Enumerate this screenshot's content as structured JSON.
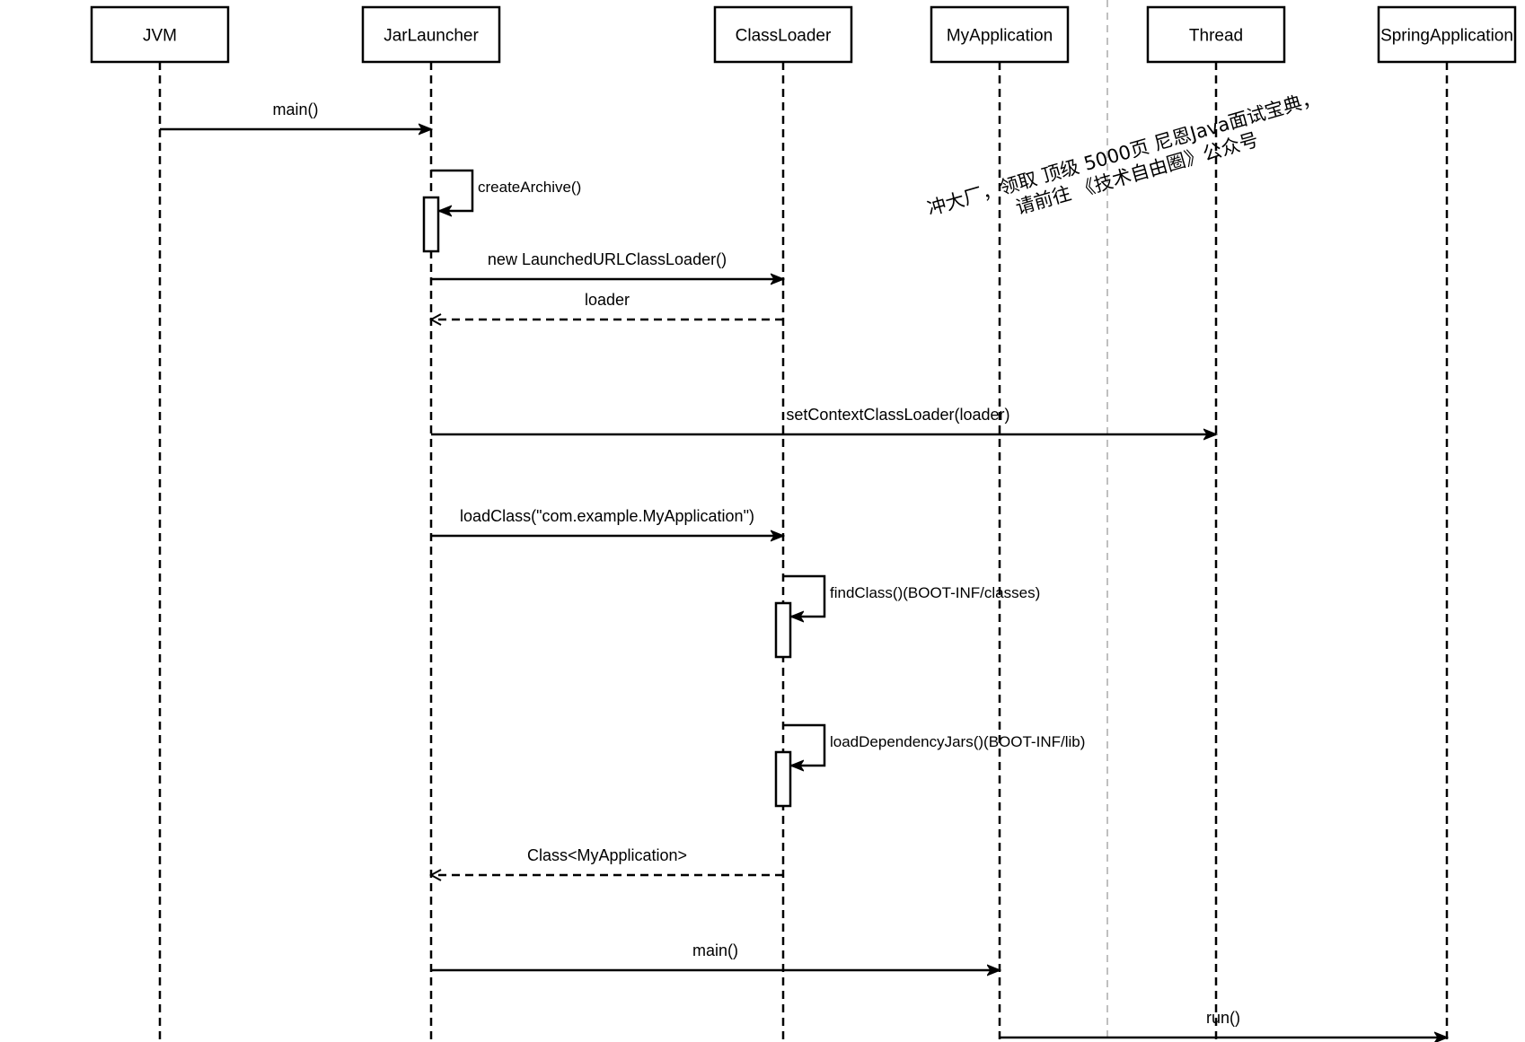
{
  "participants": [
    {
      "id": "jvm",
      "label": "JVM"
    },
    {
      "id": "jarlauncher",
      "label": "JarLauncher"
    },
    {
      "id": "classloader",
      "label": "ClassLoader"
    },
    {
      "id": "myapplication",
      "label": "MyApplication"
    },
    {
      "id": "thread",
      "label": "Thread"
    },
    {
      "id": "springapplication",
      "label": "SpringApplication"
    }
  ],
  "messages": [
    {
      "from": "jvm",
      "to": "jarlauncher",
      "label": "main()",
      "style": "solid"
    },
    {
      "from": "jarlauncher",
      "to": "jarlauncher",
      "label": "createArchive()",
      "style": "self"
    },
    {
      "from": "jarlauncher",
      "to": "classloader",
      "label": "new LaunchedURLClassLoader()",
      "style": "solid"
    },
    {
      "from": "classloader",
      "to": "jarlauncher",
      "label": "loader",
      "style": "dashed"
    },
    {
      "from": "jarlauncher",
      "to": "thread",
      "label": "setContextClassLoader(loader)",
      "style": "solid"
    },
    {
      "from": "jarlauncher",
      "to": "classloader",
      "label": "loadClass(\"com.example.MyApplication\")",
      "style": "solid"
    },
    {
      "from": "classloader",
      "to": "classloader",
      "label": "findClass()(BOOT-INF/classes)",
      "style": "self"
    },
    {
      "from": "classloader",
      "to": "classloader",
      "label": "loadDependencyJars()(BOOT-INF/lib)",
      "style": "self"
    },
    {
      "from": "classloader",
      "to": "jarlauncher",
      "label": "Class<MyApplication>",
      "style": "dashed"
    },
    {
      "from": "jarlauncher",
      "to": "myapplication",
      "label": "main()",
      "style": "solid"
    },
    {
      "from": "myapplication",
      "to": "springapplication",
      "label": "run()",
      "style": "solid"
    }
  ],
  "watermark": {
    "line1": "冲大厂，领取 顶级 5000页 尼恩Java面试宝典，",
    "line2": "请前往 《技术自由圈》公众号"
  }
}
